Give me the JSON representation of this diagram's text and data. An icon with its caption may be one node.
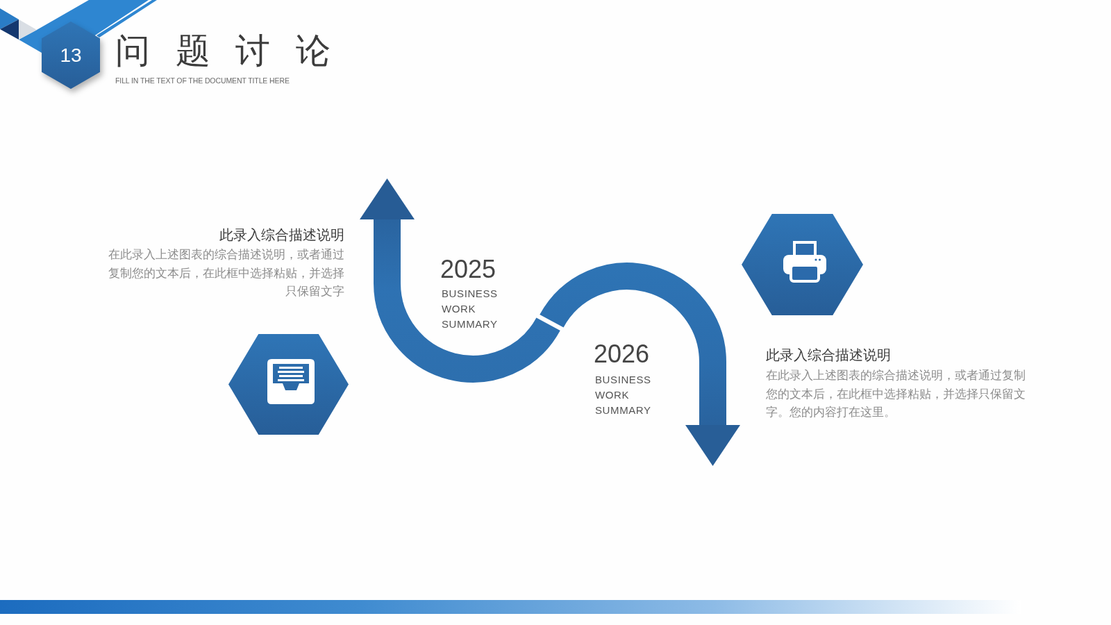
{
  "diagram": {
    "title": "问题讨论",
    "nodes": [
      {
        "text": [
          "13"
        ]
      },
      {
        "text": [],
        "shape": "hexagon"
      },
      {
        "text": [],
        "shape": "hexagon"
      }
    ],
    "labels": [
      "FILL IN THE TEXT OF THE DOCUMENT TITLE HERE",
      "此录入综合描述说明",
      "在此录入上述图表的综合描述说明，或者通过复制您的文本后，在此框中选择粘贴，并选择只保留文字",
      "2025",
      "BUSINESS WORK SUMMARY",
      "2026",
      "BUSINESS WORK SUMMARY",
      "此录入综合描述说明",
      "在此录入上述图表的综合描述说明，或者通过复制您的文本后，在此框中选择粘贴，并选择只保留文字。您的内容打在这里。"
    ]
  }
}
